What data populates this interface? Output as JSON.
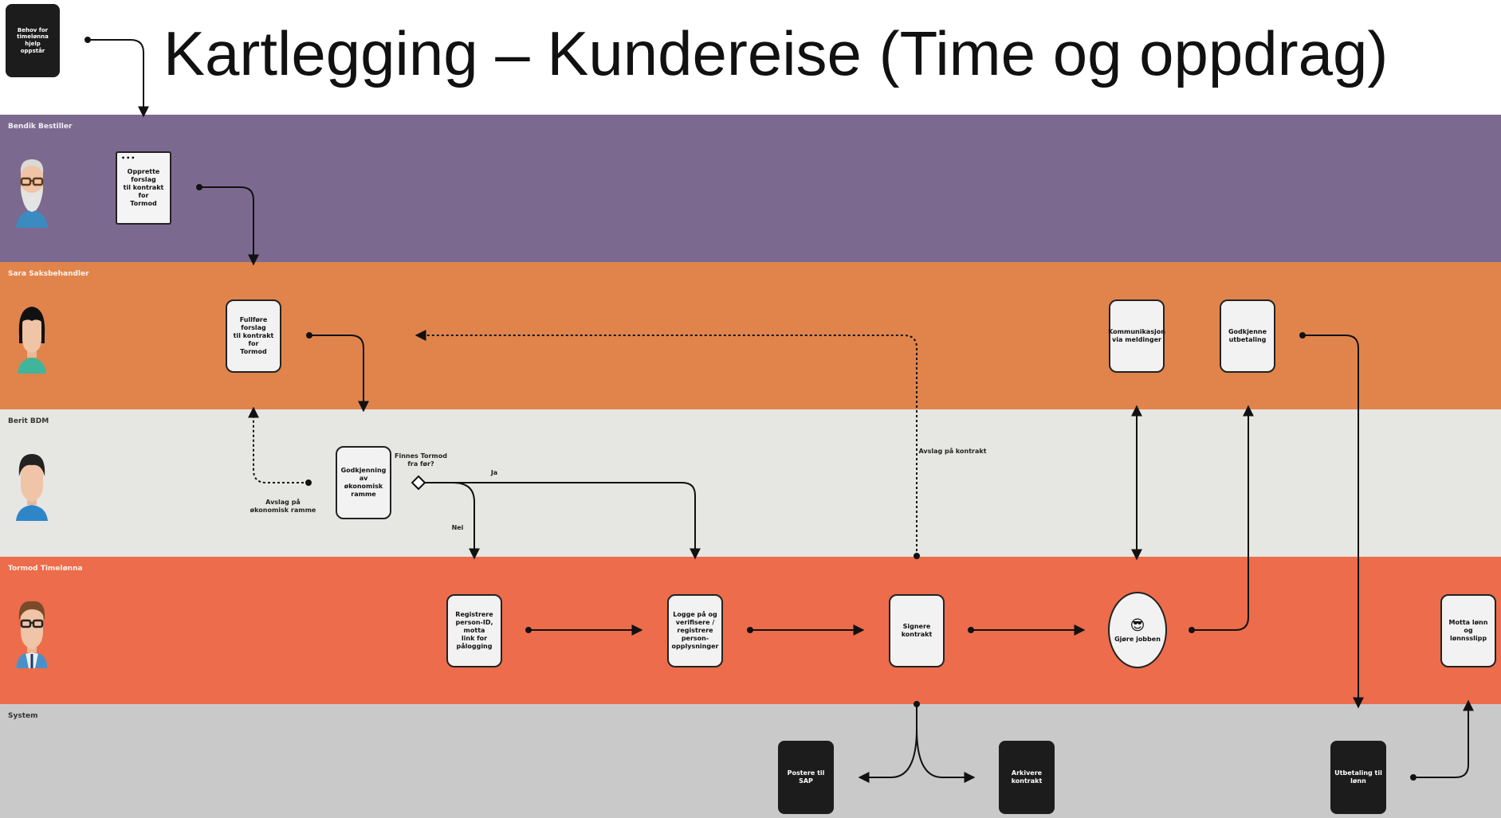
{
  "title": "Kartlegging – Kundereise (Time og oppdrag)",
  "colors": {
    "lane_purple": "#7c698f",
    "lane_orange": "#e0844c",
    "lane_light": "#e6e6e2",
    "lane_coral": "#ec6c4b",
    "lane_gray": "#c9c9c9"
  },
  "lanes": [
    {
      "label": "Bendik Bestiller"
    },
    {
      "label": "Sara Saksbehandler"
    },
    {
      "label": "Berit BDM"
    },
    {
      "label": "Tormod Timelønna"
    },
    {
      "label": "System"
    }
  ],
  "nodes": {
    "start": "Behov for\ntimelønna hjelp\noppstår",
    "opprette": "Opprette forslag\ntil kontrakt for\nTormod",
    "fullfore": "Fullføre forslag\ntil kontrakt for\nTormod",
    "kommunikasjon": "Kommunikasjon\nvia meldinger",
    "godkjenne": "Godkjenne\nutbetaling",
    "godkjenning": "Godkjenning av\nøkonomisk\nramme",
    "registrere": "Registrere\nperson-ID, motta\nlink for\npålogging",
    "logge": "Logge på og\nverifisere /\nregistrere\nperson-\nopplysninger",
    "signere": "Signere kontrakt",
    "gjore_emoji": "😎",
    "gjore": "Gjøre jobben",
    "motta": "Motta lønn og\nlønnsslipp",
    "postere": "Postere til SAP",
    "arkivere": "Arkivere\nkontrakt",
    "utbetaling": "Utbetaling til\nlønn"
  },
  "labels": {
    "avslag_ramme": "Avslag på\nøkonomisk ramme",
    "finnes": "Finnes Tormod\nfra før?",
    "ja": "Ja",
    "nei": "Nei",
    "avslag_kontrakt": "Avslag på kontrakt"
  },
  "icons": {
    "bendik": "elderly-man-avatar-icon",
    "sara": "woman-avatar-icon",
    "berit": "person-avatar-icon",
    "tormod": "man-with-glasses-avatar-icon",
    "decision": "decision-diamond-icon"
  }
}
